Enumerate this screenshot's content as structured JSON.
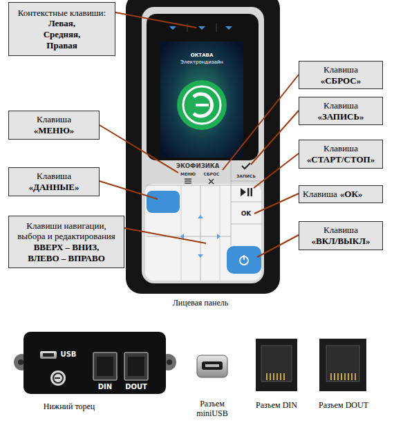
{
  "diagram": {
    "nodes": [
      {
        "text": [
          "Контекстные клавиши:",
          "Левая, Средняя, Правая"
        ]
      },
      {
        "text": [
          "Клавиша",
          "«СБРОС»"
        ]
      },
      {
        "text": [
          "Клавиша",
          "«ЗАПИСЬ»"
        ]
      },
      {
        "text": [
          "Клавиша",
          "«МЕНЮ»"
        ]
      },
      {
        "text": [
          "Клавиша",
          "«СТАРТ/СТОП»"
        ]
      },
      {
        "text": [
          "Клавиша",
          "«ДАННЫЕ»"
        ]
      },
      {
        "text": [
          "Клавиша",
          "«ОК»"
        ]
      },
      {
        "text": [
          "Клавиши навигации, выбора и редактирования",
          "ВВЕРХ – ВНИЗ, ВЛЕВО – ВПРАВО"
        ]
      },
      {
        "text": [
          "Клавиша",
          "«ВКЛ/ВЫКЛ»"
        ]
      }
    ],
    "labels": [
      "ОКТАВА",
      "Электрондизайн",
      "ЭКОФИЗИКА",
      "МЕНЮ",
      "СБРОС",
      "ЗАПИСЬ",
      "OK",
      "Лицевая панель",
      "USB",
      "DIN",
      "DOUT",
      "Нижний торец",
      "Разъем miniUSB",
      "Разъем DIN",
      "Разъем DOUT"
    ]
  }
}
